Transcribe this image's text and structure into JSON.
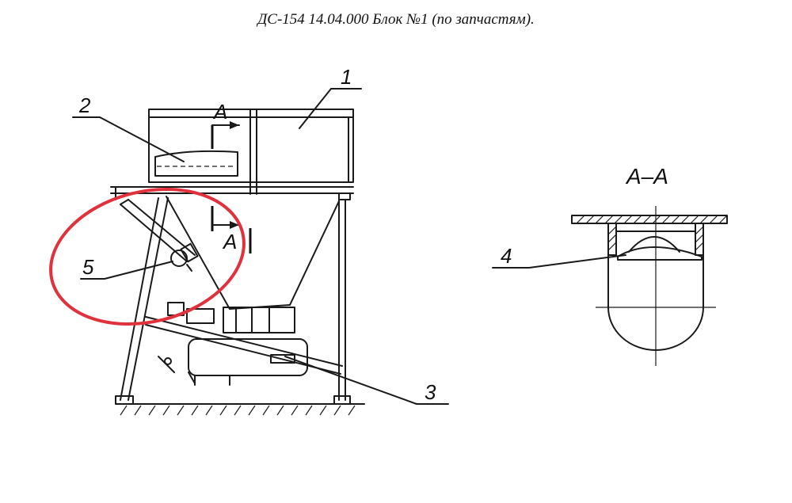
{
  "title": "ДС-154 14.04.000 Блок №1 (по запчастям).",
  "section_mark": "А",
  "section_title": "А–А",
  "callouts": [
    "1",
    "2",
    "3",
    "4",
    "5"
  ],
  "colors": {
    "highlight": "#e0323c",
    "line": "#1a1a1a"
  }
}
